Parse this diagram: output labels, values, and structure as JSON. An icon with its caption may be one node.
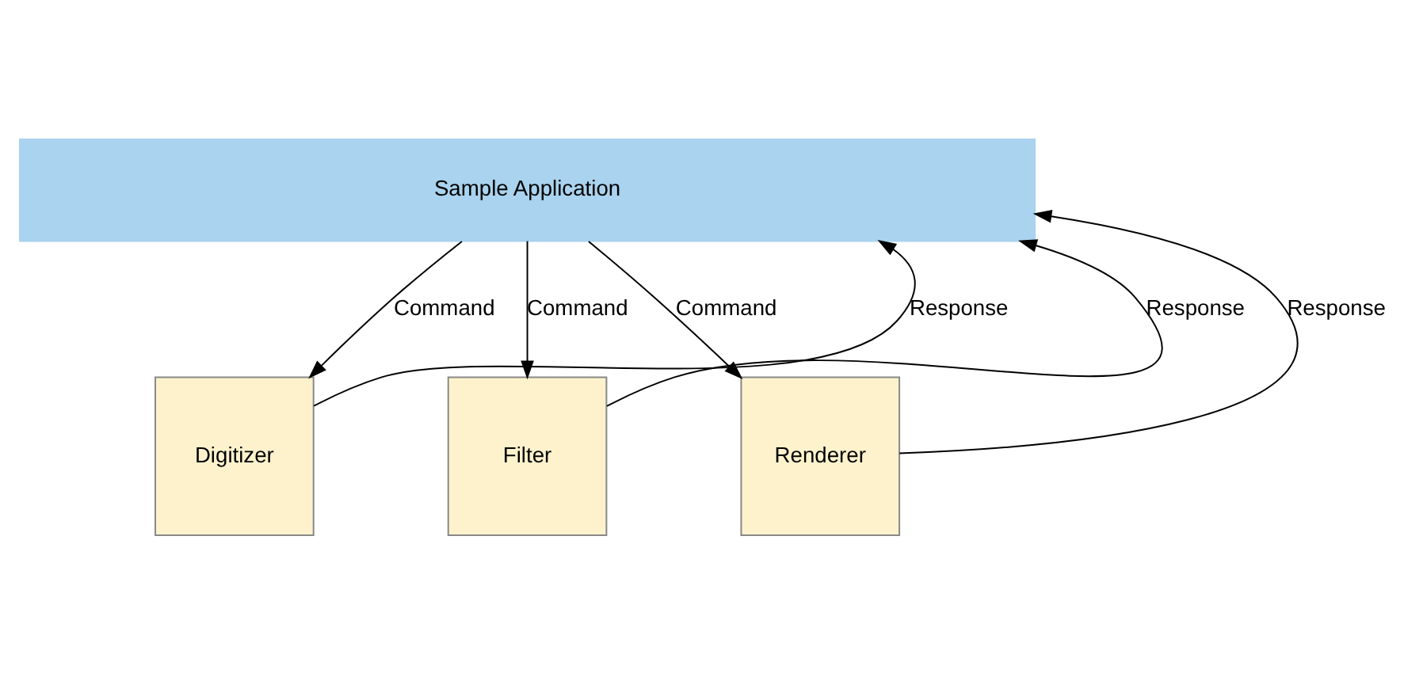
{
  "diagram": {
    "nodes": [
      {
        "text": [
          "Sample Application"
        ]
      },
      {
        "text": [
          "Digitizer"
        ]
      },
      {
        "text": [
          "Filter"
        ]
      },
      {
        "text": [
          "Renderer"
        ]
      }
    ],
    "edges": [
      {
        "from": 0,
        "to": 1,
        "arrow": "to",
        "label": "Command"
      },
      {
        "from": 1,
        "to": 0,
        "arrow": "to",
        "label": "Response"
      },
      {
        "from": 0,
        "to": 2,
        "arrow": "to",
        "label": "Command"
      },
      {
        "from": 2,
        "to": 0,
        "arrow": "to",
        "label": "Response"
      },
      {
        "from": 0,
        "to": 3,
        "arrow": "to",
        "label": "Command"
      },
      {
        "from": 3,
        "to": 0,
        "arrow": "to",
        "label": "Response"
      }
    ]
  }
}
